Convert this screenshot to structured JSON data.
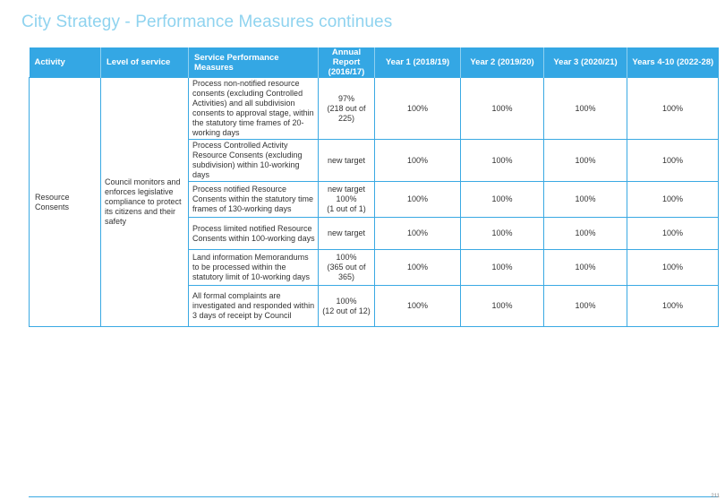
{
  "page": {
    "title": "City Strategy - Performance Measures continues",
    "page_number": "211"
  },
  "table": {
    "headers": {
      "activity": "Activity",
      "level": "Level of service",
      "spm": "Service Performance Measures",
      "annual": "Annual Report (2016/17)",
      "y1": "Year 1 (2018/19)",
      "y2": "Year 2 (2019/20)",
      "y3": "Year 3 (2020/21)",
      "y4": "Years 4-10 (2022-28)"
    },
    "activity": "Resource Consents",
    "level_of_service": "Council monitors and enforces legislative compliance to protect its citizens and their safety",
    "rows": [
      {
        "measure": "Process non-notified resource consents (excluding Controlled Activities) and all subdivision consents to approval stage, within the statutory time frames of 20-working days",
        "annual": "97%\n(218 out of 225)",
        "y1": "100%",
        "y2": "100%",
        "y3": "100%",
        "y4": "100%"
      },
      {
        "measure": "Process Controlled Activity Resource Consents (excluding subdivision) within 10-working days",
        "annual": "new target",
        "y1": "100%",
        "y2": "100%",
        "y3": "100%",
        "y4": "100%"
      },
      {
        "measure": "Process notified Resource Consents within the statutory time frames of 130-working days",
        "annual": "new target\n100%\n(1 out of 1)",
        "y1": "100%",
        "y2": "100%",
        "y3": "100%",
        "y4": "100%"
      },
      {
        "measure": "Process limited notified Resource Consents within 100-working days",
        "annual": "new target",
        "y1": "100%",
        "y2": "100%",
        "y3": "100%",
        "y4": "100%"
      },
      {
        "measure": "Land information Memorandums to be processed within the statutory limit of 10-working days",
        "annual": "100%\n(365 out of 365)",
        "y1": "100%",
        "y2": "100%",
        "y3": "100%",
        "y4": "100%"
      },
      {
        "measure": "All formal complaints are investigated and responded within 3 days of receipt by Council",
        "annual": "100%\n(12 out of 12)",
        "y1": "100%",
        "y2": "100%",
        "y3": "100%",
        "y4": "100%"
      }
    ]
  },
  "colors": {
    "header_bg": "#34a7e4",
    "border": "#3aa9e3",
    "title": "#8fd3ef"
  }
}
